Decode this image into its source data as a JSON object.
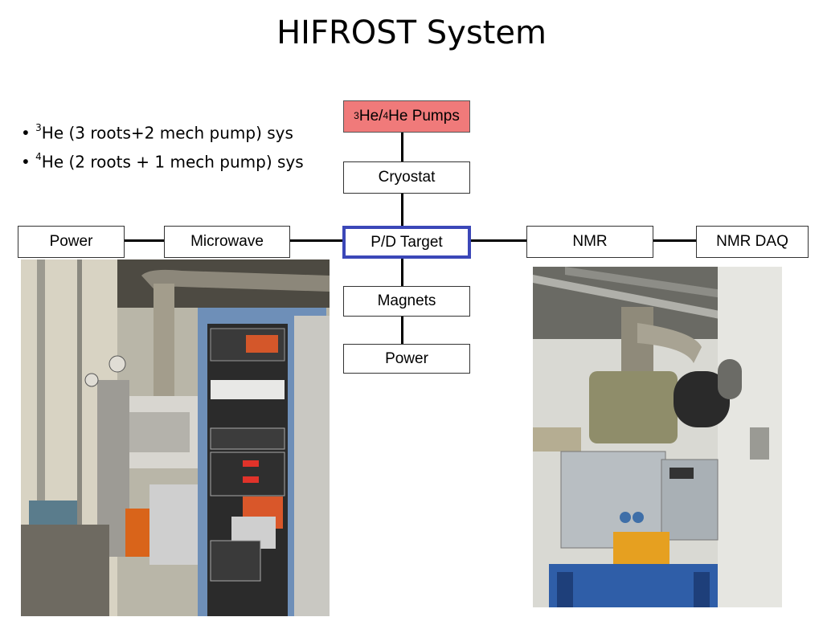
{
  "slide": {
    "title": "HIFROST System"
  },
  "bullets": [
    {
      "marker": "•",
      "sup": "3",
      "text": "He (3 roots+2 mech pump) sys"
    },
    {
      "marker": "•",
      "sup": "4",
      "text": "He (2 roots + 1 mech pump) sys"
    }
  ],
  "diagram": {
    "pumps": {
      "sup1": "3",
      "part1": "He/",
      "sup2": "4",
      "part2": "He Pumps"
    },
    "cryostat": "Cryostat",
    "target": "P/D Target",
    "magnets": "Magnets",
    "power_bottom": "Power",
    "power_left": "Power",
    "microwave": "Microwave",
    "nmr": "NMR",
    "nmr_daq": "NMR DAQ"
  },
  "colors": {
    "pumps_fill": "#f07a7a",
    "target_border": "#3b47b8"
  }
}
